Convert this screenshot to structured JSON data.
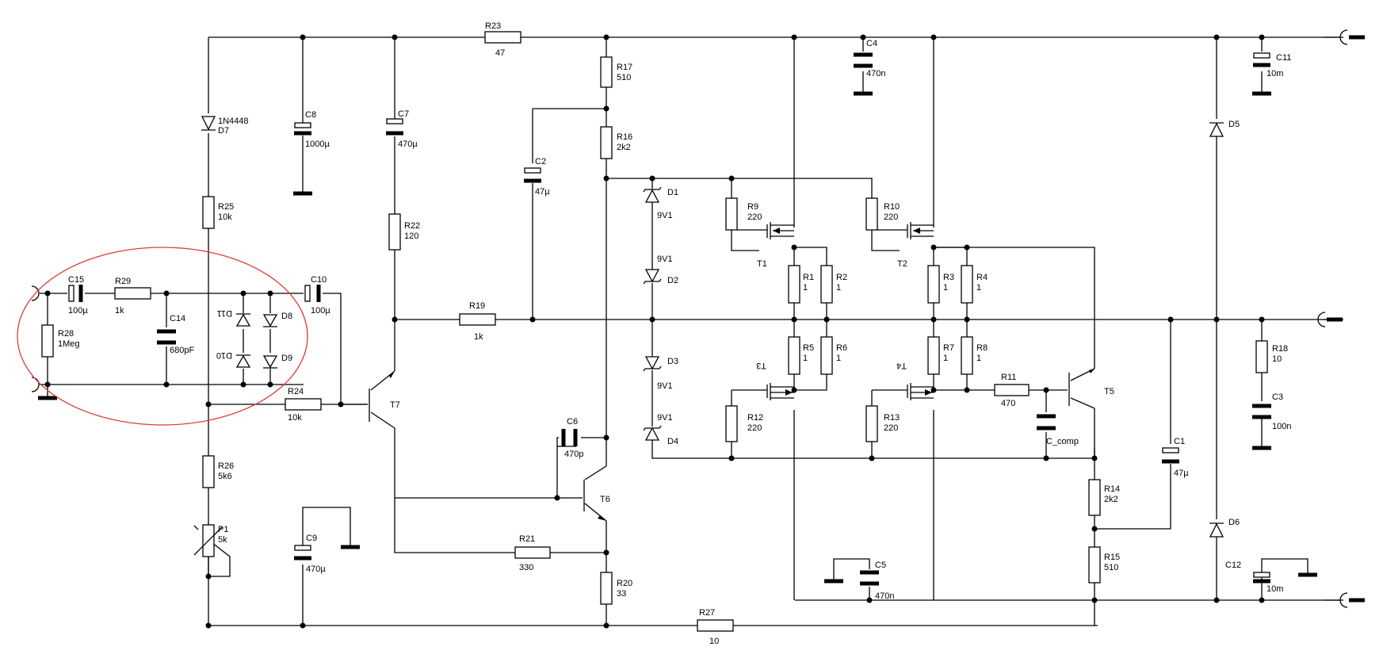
{
  "components": {
    "R23": {
      "ref": "R23",
      "value": "47"
    },
    "R17": {
      "ref": "R17",
      "value": "510"
    },
    "R16": {
      "ref": "R16",
      "value": "2k2"
    },
    "R25": {
      "ref": "R25",
      "value": "10k"
    },
    "R22": {
      "ref": "R22",
      "value": "120"
    },
    "R19": {
      "ref": "R19",
      "value": "1k"
    },
    "R29": {
      "ref": "R29",
      "value": "1k"
    },
    "R28": {
      "ref": "R28",
      "value": "1Meg"
    },
    "R24": {
      "ref": "R24",
      "value": "10k"
    },
    "R26": {
      "ref": "R26",
      "value": "5k6"
    },
    "R21": {
      "ref": "R21",
      "value": "330"
    },
    "R20": {
      "ref": "R20",
      "value": "33"
    },
    "R27": {
      "ref": "R27",
      "value": "10"
    },
    "R9": {
      "ref": "R9",
      "value": "220"
    },
    "R10": {
      "ref": "R10",
      "value": "220"
    },
    "R1": {
      "ref": "R1",
      "value": "1"
    },
    "R2": {
      "ref": "R2",
      "value": "1"
    },
    "R3": {
      "ref": "R3",
      "value": "1"
    },
    "R4": {
      "ref": "R4",
      "value": "1"
    },
    "R5": {
      "ref": "R5",
      "value": "1"
    },
    "R6": {
      "ref": "R6",
      "value": "1"
    },
    "R7": {
      "ref": "R7",
      "value": "1"
    },
    "R8": {
      "ref": "R8",
      "value": "1"
    },
    "R12": {
      "ref": "R12",
      "value": "220"
    },
    "R13": {
      "ref": "R13",
      "value": "220"
    },
    "R11": {
      "ref": "R11",
      "value": "470"
    },
    "R14": {
      "ref": "R14",
      "value": "2k2"
    },
    "R15": {
      "ref": "R15",
      "value": "510"
    },
    "R18": {
      "ref": "R18",
      "value": "10"
    },
    "C8": {
      "ref": "C8",
      "value": "1000µ"
    },
    "C7": {
      "ref": "C7",
      "value": "470µ"
    },
    "C2": {
      "ref": "C2",
      "value": "47µ"
    },
    "C4": {
      "ref": "C4",
      "value": "470n"
    },
    "C11": {
      "ref": "C11",
      "value": "10m"
    },
    "C15": {
      "ref": "C15",
      "value": "100µ"
    },
    "C14": {
      "ref": "C14",
      "value": "680pF"
    },
    "C10": {
      "ref": "C10",
      "value": "100µ"
    },
    "C6": {
      "ref": "C6",
      "value": "470p"
    },
    "C9": {
      "ref": "C9",
      "value": "470µ"
    },
    "C5": {
      "ref": "C5",
      "value": "470n"
    },
    "C1": {
      "ref": "C1",
      "value": "47µ"
    },
    "C3": {
      "ref": "C3",
      "value": "100n"
    },
    "C12": {
      "ref": "C12",
      "value": "10m"
    },
    "Ccomp": {
      "ref": "C_comp"
    },
    "P1": {
      "ref": "P1",
      "value": "5k"
    },
    "D7": {
      "ref": "D7",
      "value": "1N4448"
    },
    "D1": {
      "ref": "D1",
      "value": "9V1"
    },
    "D2": {
      "ref": "D2",
      "value": "9V1"
    },
    "D3": {
      "ref": "D3",
      "value": "9V1"
    },
    "D4": {
      "ref": "D4",
      "value": "9V1"
    },
    "D5": {
      "ref": "D5"
    },
    "D6": {
      "ref": "D6"
    },
    "D8": {
      "ref": "D8"
    },
    "D9": {
      "ref": "D9"
    },
    "D10": {
      "ref": "D10"
    },
    "D11": {
      "ref": "D11"
    },
    "T1": {
      "ref": "T1"
    },
    "T2": {
      "ref": "T2"
    },
    "T3": {
      "ref": "T3"
    },
    "T4": {
      "ref": "T4"
    },
    "T5": {
      "ref": "T5"
    },
    "T6": {
      "ref": "T6"
    },
    "T7": {
      "ref": "T7"
    }
  },
  "colors": {
    "wire": "#000000",
    "annotation": "#e03c3c",
    "background": "#ffffff"
  }
}
